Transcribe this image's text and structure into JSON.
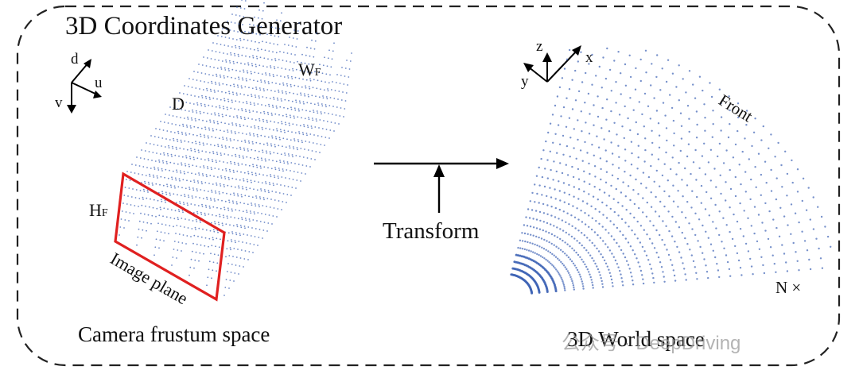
{
  "title": "3D Coordinates Generator",
  "camera_axes": {
    "d": "d",
    "u": "u",
    "v": "v"
  },
  "world_axes": {
    "z": "z",
    "x": "x",
    "y": "y"
  },
  "frustum_labels": {
    "depth": "D",
    "width": "W",
    "width_sub": "F",
    "height": "H",
    "height_sub": "F"
  },
  "image_plane_label": "Image plane",
  "camera_space_label": "Camera frustum space",
  "transform_label": "Transform",
  "front_label": "Front",
  "multiplier_label": "N ×",
  "world_space_label": "3D World space",
  "watermark": "公众号 · DeepDriving",
  "colors": {
    "frame": "#222222",
    "points": "#3d63b5",
    "image_plane": "#e02020",
    "arrow": "#000000"
  }
}
